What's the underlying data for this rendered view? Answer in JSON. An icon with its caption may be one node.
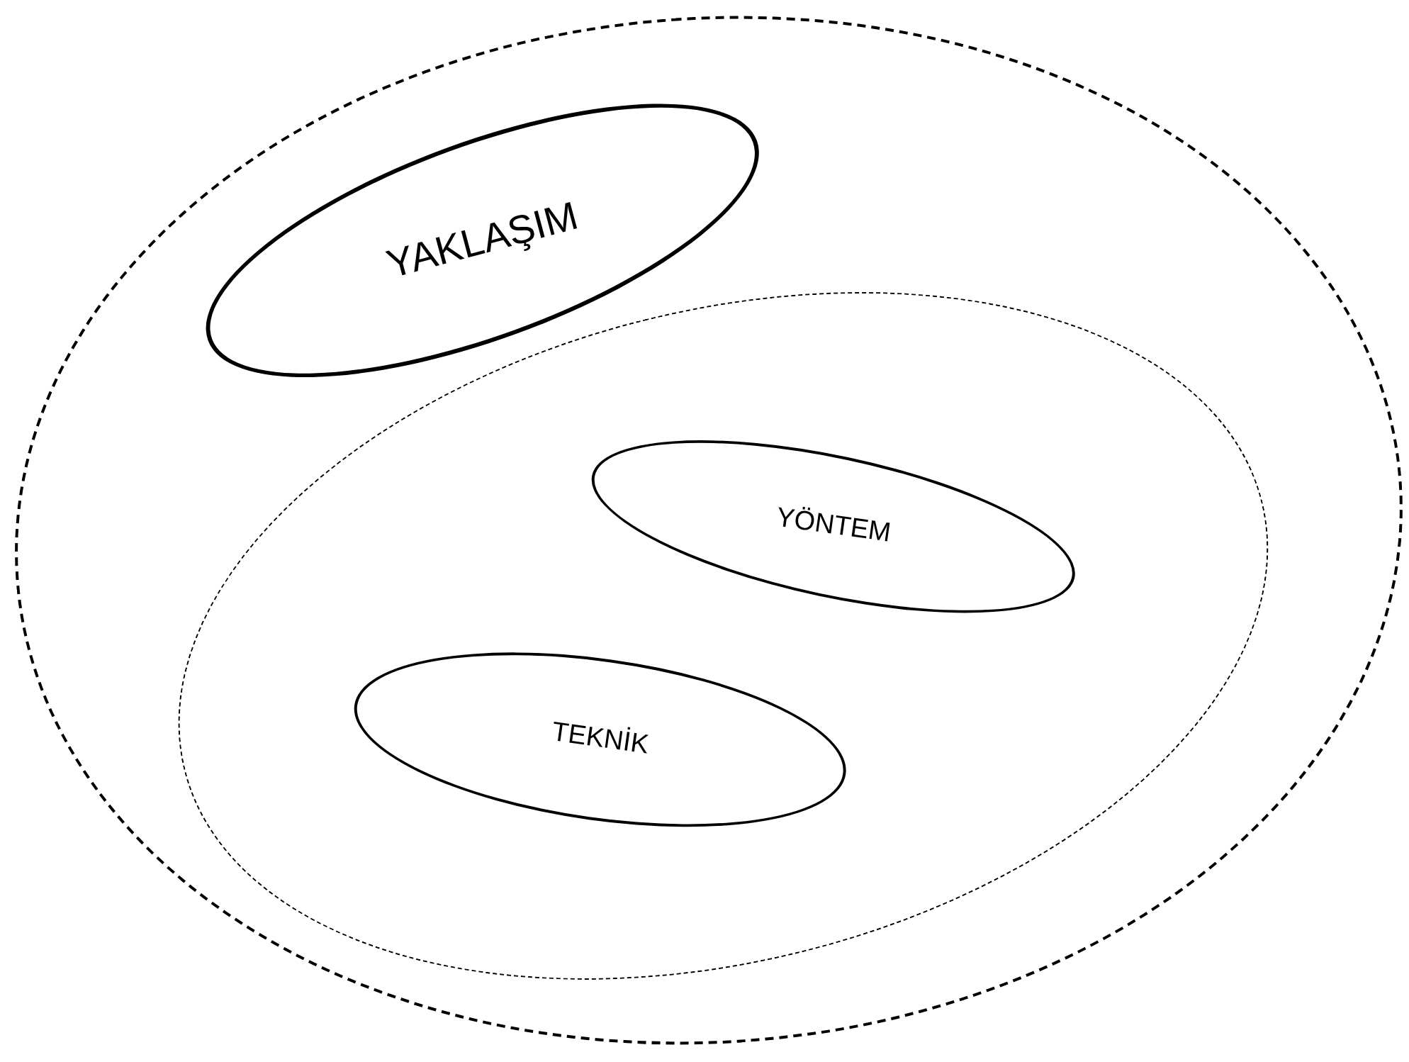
{
  "diagram": {
    "nodes": [
      {
        "text": [],
        "shape": "ellipse"
      },
      {
        "text": [
          "YAKLAŞIM"
        ],
        "in": 0
      },
      {
        "text": [],
        "shape": "ellipse",
        "in": 0
      },
      {
        "text": [
          "YÖNTEM"
        ],
        "in": 2
      },
      {
        "text": [
          "TEKNİK"
        ],
        "in": 2
      }
    ]
  }
}
